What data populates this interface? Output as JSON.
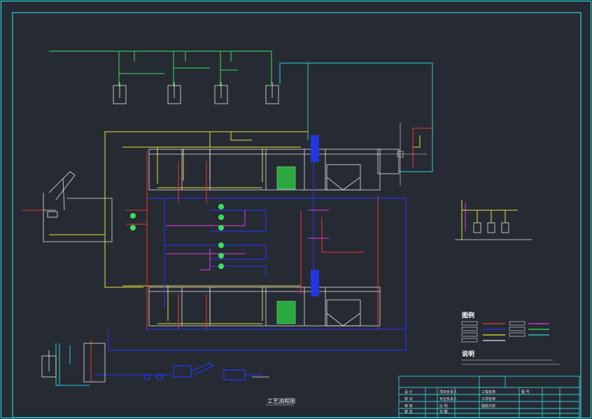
{
  "drawing": {
    "title": "工艺流程图",
    "legend_heading": "图例",
    "notes_heading": "说明"
  },
  "colors": {
    "background": "#262a33",
    "frame": "#2fd0d8",
    "tank": "#e6e6e6",
    "sludge_pipe": "#e83a3a",
    "water_pipe": "#2436e0",
    "air_pipe": "#e8e23a",
    "chemical_pipe": "#e040e0",
    "dosing_pipe": "#3ae05a",
    "reuse_pipe": "#2fd0d8"
  },
  "title_block": {
    "cells": [
      "设 计",
      "校 对",
      "审 核",
      "审 定",
      "项目负责人",
      "专业负责人",
      "比 例",
      "日 期",
      "图 号",
      "工程名称",
      "子项名称",
      "图纸内容"
    ]
  }
}
